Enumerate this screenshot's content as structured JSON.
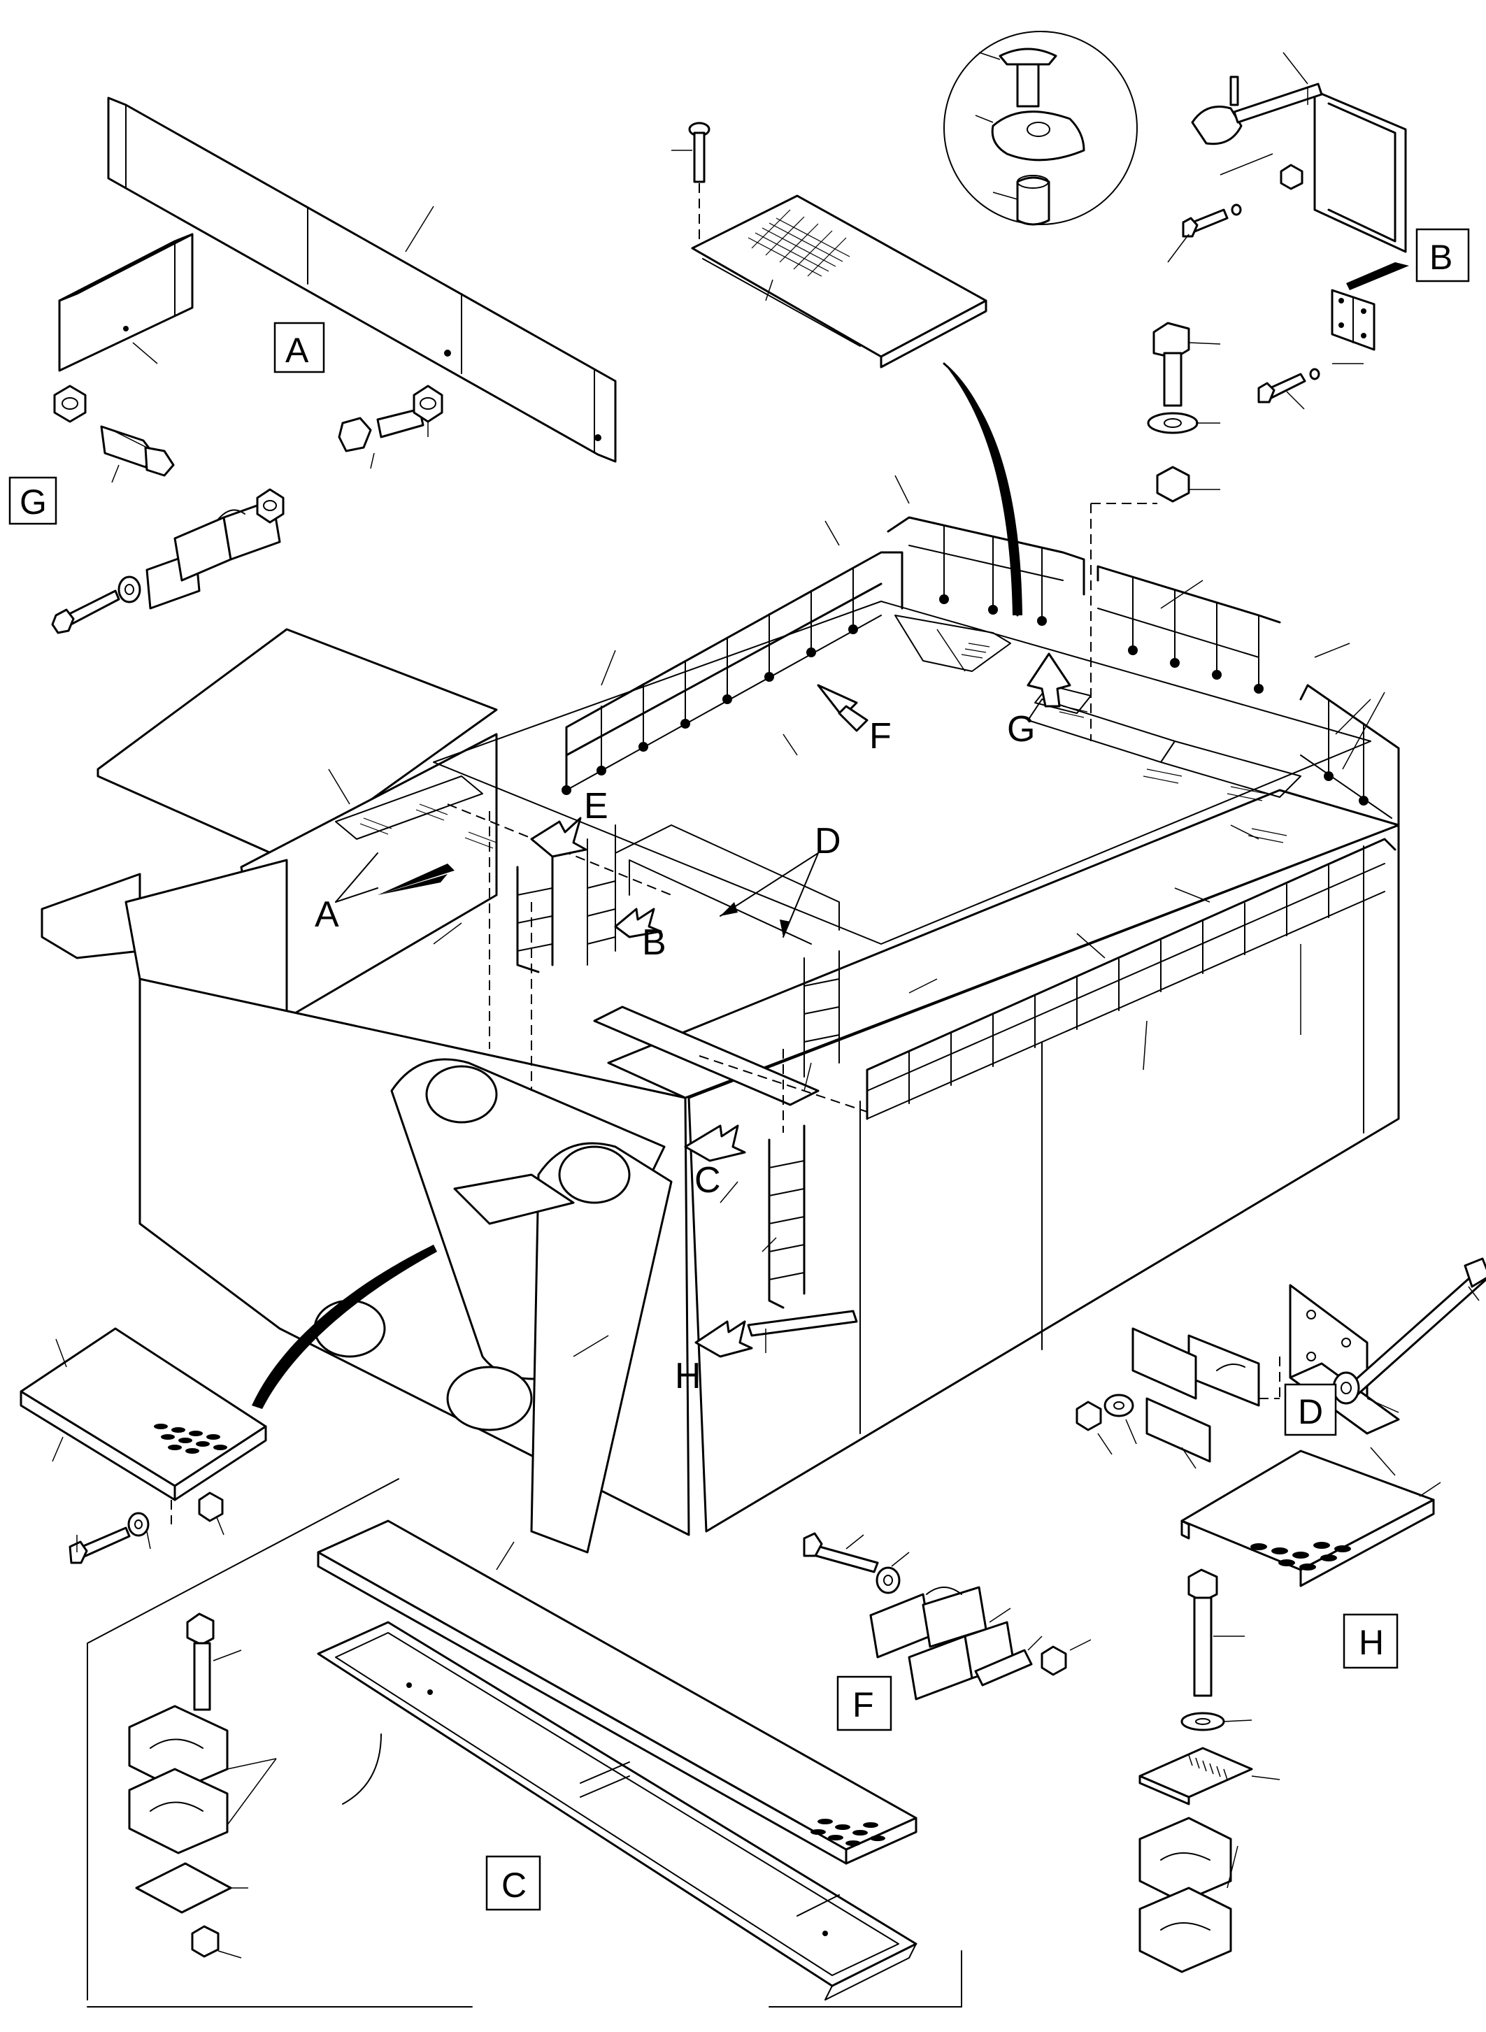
{
  "labels": {
    "detail_A": "A",
    "detail_B": "B",
    "detail_C": "C",
    "detail_D": "D",
    "detail_F": "F",
    "detail_G": "G",
    "detail_H": "H",
    "callout_A": "A",
    "callout_B": "B",
    "callout_C": "C",
    "callout_D": "D",
    "callout_E": "E",
    "callout_F": "F",
    "callout_G": "G",
    "callout_H": "H"
  },
  "icons": {
    "bolt": "bolt-icon",
    "nut": "nut-icon",
    "washer": "washer-icon",
    "clamp": "clamp-icon",
    "grating": "grating-icon",
    "arrow": "arrow-icon"
  },
  "colors": {
    "line": "#000000",
    "background": "#ffffff"
  }
}
